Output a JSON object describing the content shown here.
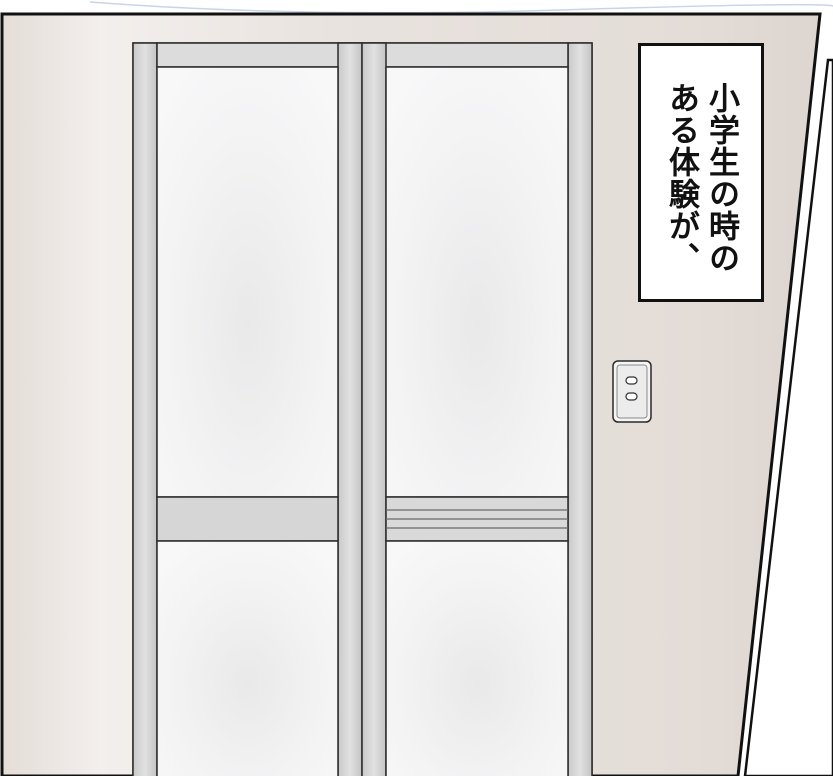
{
  "caption": {
    "text": "小学生の時の\nある体験が、"
  },
  "scene": {
    "objects": [
      "sliding-door",
      "light-switch"
    ]
  },
  "colors": {
    "wall": "#e6e0db",
    "frame": "#d8d8d8",
    "glass": "#f2f2f2",
    "outline": "#111111"
  }
}
